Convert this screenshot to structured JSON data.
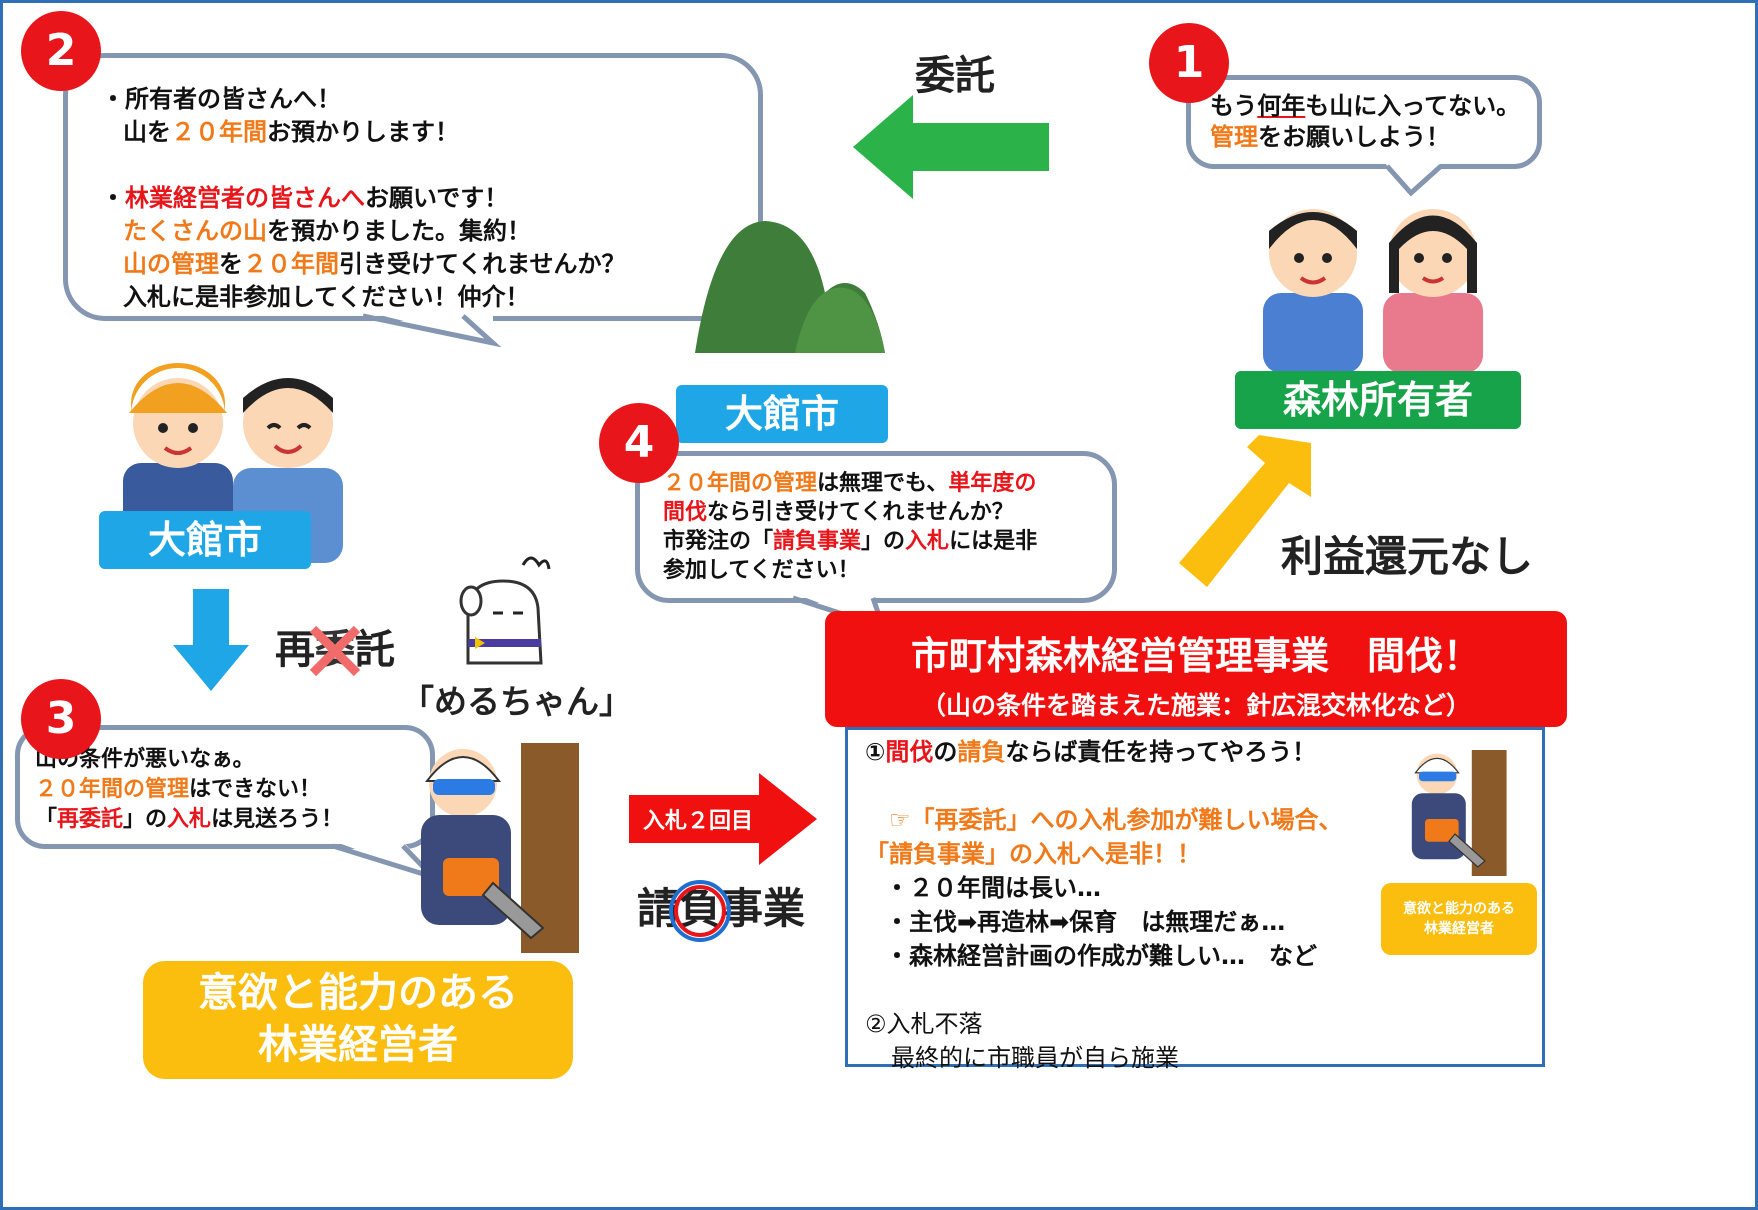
{
  "badges": {
    "n1": "1",
    "n2": "2",
    "n3": "3",
    "n4": "4"
  },
  "arrows": {
    "entrust": "委託",
    "reentrust_prefix": "再",
    "reentrust_struck": "委",
    "reentrust_suffix": "託",
    "no_profit": "利益還元なし",
    "bid_second": "入札２回目",
    "contract_prefix": "請",
    "contract_circled": "負",
    "contract_suffix": "事業"
  },
  "labels": {
    "city_mountain": "大館市",
    "city_people": "大館市",
    "owner": "森林所有者",
    "manager_line1": "意欲と能力のある",
    "manager_line2": "林業経営者",
    "mascot": "「めるちゃん」",
    "small_manager_line1": "意欲と能力のある",
    "small_manager_line2": "林業経営者"
  },
  "bubble1": {
    "l1_a": "もう",
    "l1_b": "何年",
    "l1_c": "も山に入ってない。",
    "l2_a": "管理",
    "l2_b": "をお願いしよう！"
  },
  "bubble2": {
    "p1_l1": "・所有者の皆さんへ！",
    "p1_l2_a": "山を",
    "p1_l2_b": "２０年間",
    "p1_l2_c": "お預かりします！",
    "p2_l1_a": "・",
    "p2_l1_b": "林業経営者の皆さんへ",
    "p2_l1_c": "お願いです！",
    "p2_l2_a": "たくさんの山",
    "p2_l2_b": "を預かりました。集約！",
    "p2_l3_a": "山の管理",
    "p2_l3_b": "を",
    "p2_l3_c": "２０年間",
    "p2_l3_d": "引き受けてくれませんか？",
    "p2_l4": "入札に是非参加してください！仲介！"
  },
  "bubble3": {
    "l1": "山の条件が悪いなぁ。",
    "l2_a": "２０年間の管理",
    "l2_b": "はできない！",
    "l3_a": "「",
    "l3_b": "再委託",
    "l3_c": "」の",
    "l3_d": "入札",
    "l3_e": "は見送ろう！"
  },
  "bubble4": {
    "l1_a": "２０年間の管理",
    "l1_b": "は無理でも、",
    "l1_c": "単年度の",
    "l2_a": "間伐",
    "l2_b": "なら引き受けてくれませんか？",
    "l3_a": "市発注の「",
    "l3_b": "請負事業",
    "l3_c": "」の",
    "l3_d": "入札",
    "l3_e": "には是非",
    "l4": "参加してください！"
  },
  "banner": {
    "title": "市町村森林経営管理事業　間伐！",
    "subtitle": "（山の条件を踏まえた施業：針広混交林化など）"
  },
  "result": {
    "r1_a": "①",
    "r1_b": "間伐",
    "r1_c": "の",
    "r1_d": "請負",
    "r1_e": "ならば責任を持ってやろう！",
    "r2_l1": "☞「再委託」への入札参加が難しい場合、",
    "r2_l2": "「請負事業」の入札へ是非！！",
    "b1": "・２０年間は長い…",
    "b2": "・主伐➡再造林➡保育　は無理だぁ…",
    "b3": "・森林経営計画の作成が難しい…　など",
    "r3_l1": "②入札不落",
    "r3_l2": "最終的に市職員が自ら施業"
  },
  "colors": {
    "border": "#2f6fb5",
    "badge_red": "#e8151b",
    "highlight_orange": "#f07a1a",
    "label_blue": "#1ea6e6",
    "label_green": "#16a34a",
    "label_gold": "#fbbd0e",
    "arrow_green": "#2bb34a",
    "arrow_gold": "#fbbd0e",
    "arrow_blue": "#1ea6e6",
    "banner_red": "#f01010"
  },
  "icons": [
    "mountain-icon",
    "forest-owners-icon",
    "city-staff-icon",
    "forester-chainsaw-icon",
    "mascot-dog-icon"
  ]
}
